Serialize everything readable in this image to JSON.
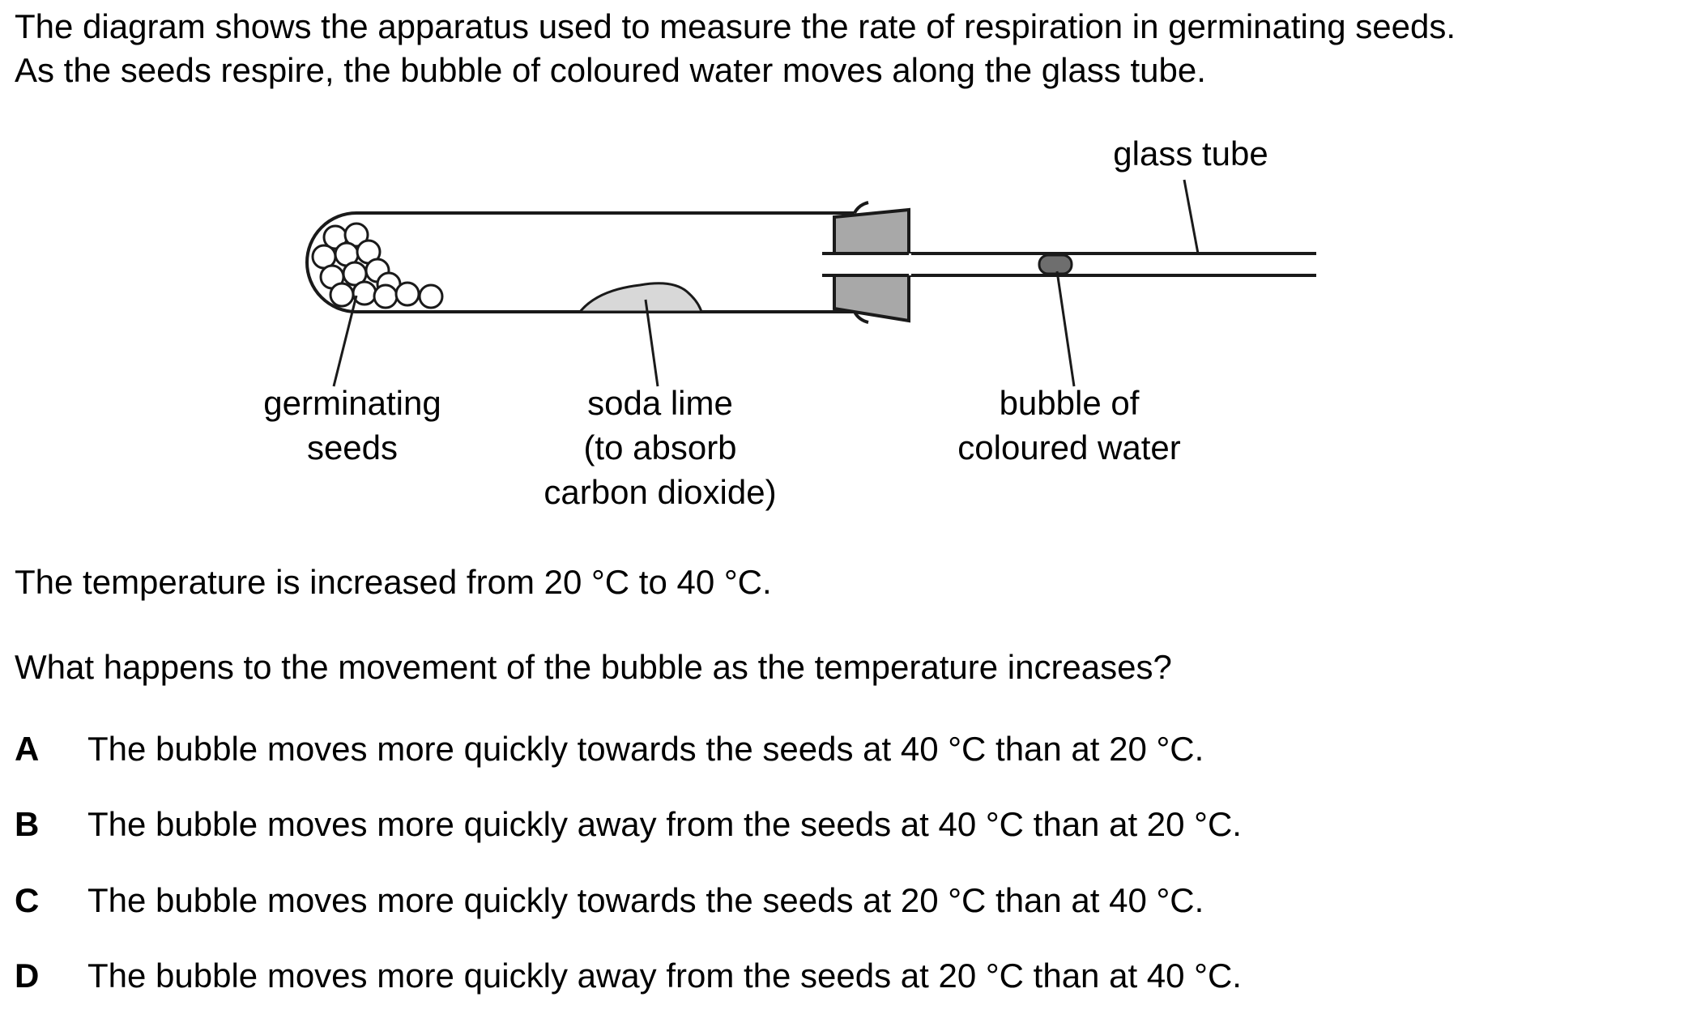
{
  "intro": {
    "line1": "The diagram shows the apparatus used to measure the rate of respiration in germinating seeds.",
    "line2": "As the seeds respire, the bubble of coloured water moves along the glass tube."
  },
  "diagram": {
    "labels": {
      "glass_tube": "glass tube",
      "seeds_line1": "germinating",
      "seeds_line2": "seeds",
      "soda_line1": "soda lime",
      "soda_line2": "(to absorb",
      "soda_line3": "carbon dioxide)",
      "bubble_line1": "bubble of",
      "bubble_line2": "coloured water"
    },
    "colors": {
      "stroke": "#1a1a1a",
      "bung": "#a8a8a8",
      "soda_lime": "#d8d8d8",
      "bubble": "#6e6e6e"
    }
  },
  "stem": "The temperature is increased from 20 °C to 40 °C.",
  "question": "What happens to the movement of the bubble as the temperature increases?",
  "options": [
    {
      "letter": "A",
      "text": "The bubble moves more quickly towards the seeds at 40 °C than at 20 °C."
    },
    {
      "letter": "B",
      "text": "The bubble moves more quickly away from the seeds at 40 °C than at 20 °C."
    },
    {
      "letter": "C",
      "text": "The bubble moves more quickly towards the seeds at 20 °C than at 40 °C."
    },
    {
      "letter": "D",
      "text": "The bubble moves more quickly away from the seeds at 20 °C than at 40 °C."
    }
  ]
}
